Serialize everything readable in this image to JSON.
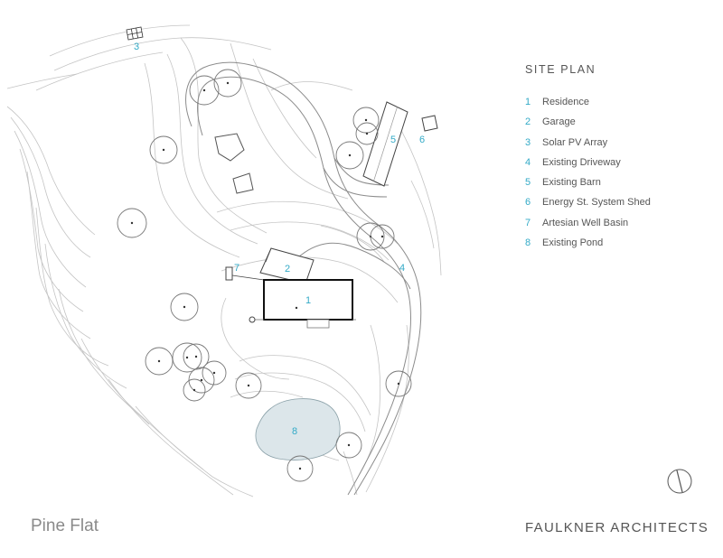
{
  "legend": {
    "title": "SITE PLAN",
    "items": [
      {
        "num": "1",
        "label": "Residence"
      },
      {
        "num": "2",
        "label": "Garage"
      },
      {
        "num": "3",
        "label": "Solar PV Array"
      },
      {
        "num": "4",
        "label": "Existing Driveway"
      },
      {
        "num": "5",
        "label": "Existing Barn"
      },
      {
        "num": "6",
        "label": "Energy St. System Shed"
      },
      {
        "num": "7",
        "label": "Artesian Well Basin"
      },
      {
        "num": "8",
        "label": "Existing Pond"
      }
    ]
  },
  "plan_labels": {
    "residence": "1",
    "garage": "2",
    "solar": "3",
    "driveway": "4",
    "barn": "5",
    "shed": "6",
    "well": "7",
    "pond": "8"
  },
  "footer": {
    "project_name": "Pine Flat",
    "firm_name": "FAULKNER ARCHITECTS"
  },
  "colors": {
    "accent": "#33aac7",
    "pond_fill": "#dce6ea",
    "line": "#b3b3b3",
    "text": "#555555"
  }
}
